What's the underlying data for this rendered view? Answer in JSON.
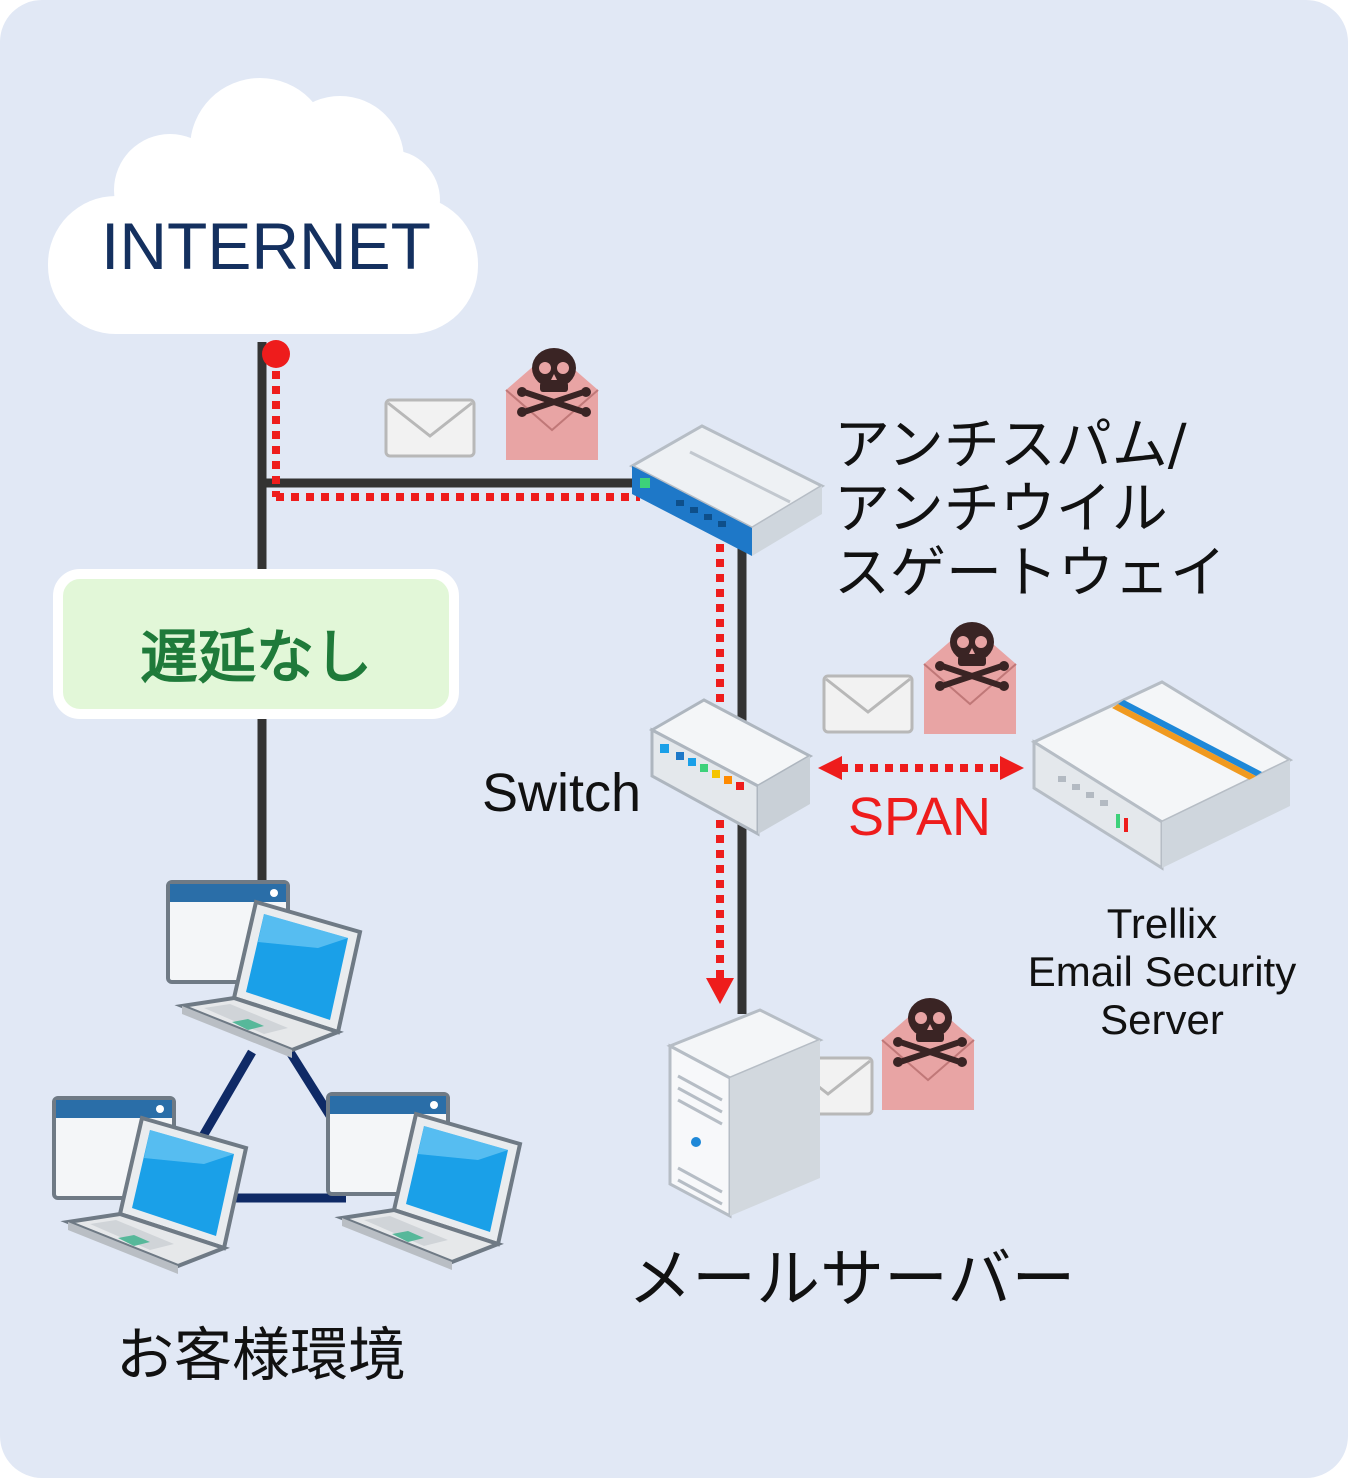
{
  "cloud": {
    "label": "INTERNET"
  },
  "delay_badge": {
    "label": "遅延なし"
  },
  "gateway": {
    "lines": [
      "アンチスパム/",
      "アンチウイル",
      "スゲートウェイ"
    ]
  },
  "switch": {
    "label": "Switch"
  },
  "span": {
    "label": "SPAN"
  },
  "trellix": {
    "lines": [
      "Trellix",
      "Email Security",
      "Server"
    ]
  },
  "mail_server": {
    "label": "メールサーバー"
  },
  "customer": {
    "label": "お客様環境"
  },
  "colors": {
    "background": "#e1e8f5",
    "cloud": "#ffffff",
    "line": "#333333",
    "dotted_flow": "#ee1c1c",
    "delay_text": "#1f7a3a",
    "delay_fill": "#e2f7d8",
    "network_link": "#0f2a66",
    "screen": "#1aa0e8",
    "envelope": "#f2f2f2",
    "malicious_envelope": "#e8a4a4"
  },
  "icons": [
    "cloud-icon",
    "envelope-icon",
    "malicious-mail-icon",
    "gateway-appliance-icon",
    "switch-icon",
    "server-appliance-icon",
    "tower-server-icon",
    "laptop-icon"
  ]
}
